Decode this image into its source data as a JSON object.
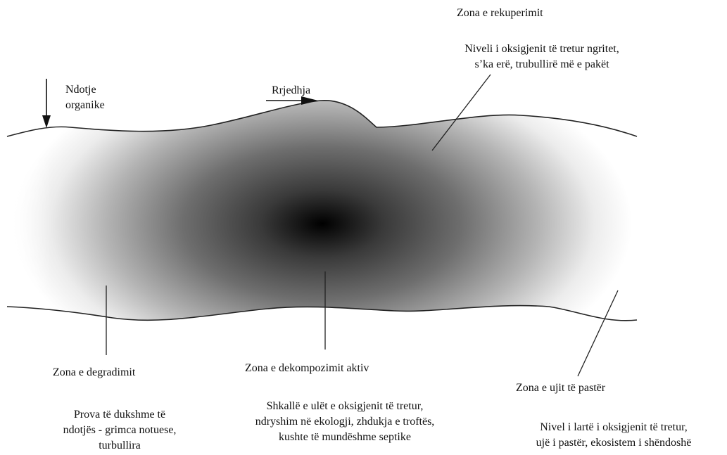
{
  "labels": {
    "pollution_input": [
      "Ndotje",
      "organike"
    ],
    "flow": "Rrjedhja",
    "recovery_zone": {
      "title": "Zona e rekuperimit",
      "description": [
        "Niveli i oksigjenit të tretur ngritet,",
        "s’ka erë, trubullirë më e pakët"
      ]
    },
    "degradation_zone": {
      "title": "Zona e degradimit",
      "description": [
        "Prova të dukshme të",
        "ndotjës - grimca notuese,",
        "turbullira"
      ]
    },
    "active_decomposition_zone": {
      "title": "Zona e dekompozimit aktiv",
      "description": [
        "Shkallë e ulët e oksigjenit të tretur,",
        "ndryshim në ekologji, zhdukja e troftës,",
        "kushte të mundëshme septike"
      ]
    },
    "clean_water_zone": {
      "title": "Zona e ujit të pastër",
      "description": [
        "Nivel i lartë i oksigjenit të tretur,",
        "ujë i pastër, ekosistem i shëndoshë"
      ]
    }
  }
}
